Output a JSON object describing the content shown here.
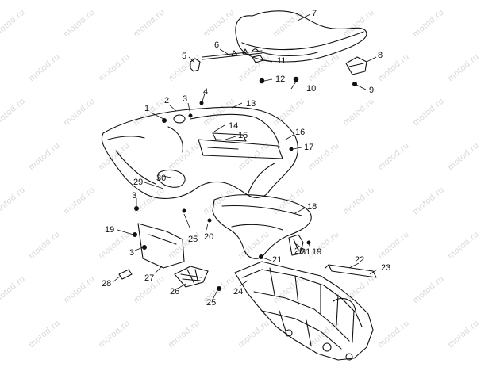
{
  "watermark": {
    "text": "motod.ru"
  },
  "callouts": [
    "1",
    "2",
    "3",
    "4",
    "5",
    "6",
    "7",
    "8",
    "9",
    "10",
    "11",
    "12",
    "13",
    "14",
    "15",
    "16",
    "17",
    "18",
    "19",
    "20",
    "21",
    "22",
    "23",
    "24",
    "25",
    "26",
    "27",
    "28",
    "29",
    "30",
    "31"
  ],
  "extra_callouts": {
    "n3b": "3",
    "n3c": "3",
    "n19b": "19",
    "n20b": "20",
    "n25b": "25"
  }
}
